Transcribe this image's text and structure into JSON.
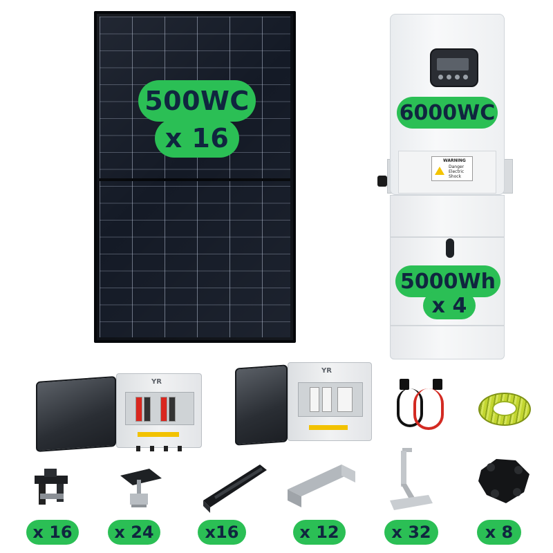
{
  "labels": {
    "panel_power": "500WC",
    "panel_qty": "x 16",
    "inverter_power": "6000WC",
    "battery_capacity": "5000Wh",
    "battery_qty": "x 4"
  },
  "branding": {
    "box_brand": "YR"
  },
  "warning_label": {
    "title": "WARNING",
    "line1": "Danger",
    "line2": "Electric",
    "line3": "Shock"
  },
  "accessories": [
    {
      "qty": "x 16",
      "icon": "end-clamp-icon"
    },
    {
      "qty": "x 24",
      "icon": "mid-clamp-icon"
    },
    {
      "qty": "x16",
      "icon": "mounting-rail-icon"
    },
    {
      "qty": "x 12",
      "icon": "rail-splice-icon"
    },
    {
      "qty": "x 32",
      "icon": "roof-hook-icon"
    },
    {
      "qty": "x 8",
      "icon": "cable-connector-icon"
    }
  ],
  "colors": {
    "pill_green": "#2bbf55",
    "pill_text": "#10263f"
  }
}
